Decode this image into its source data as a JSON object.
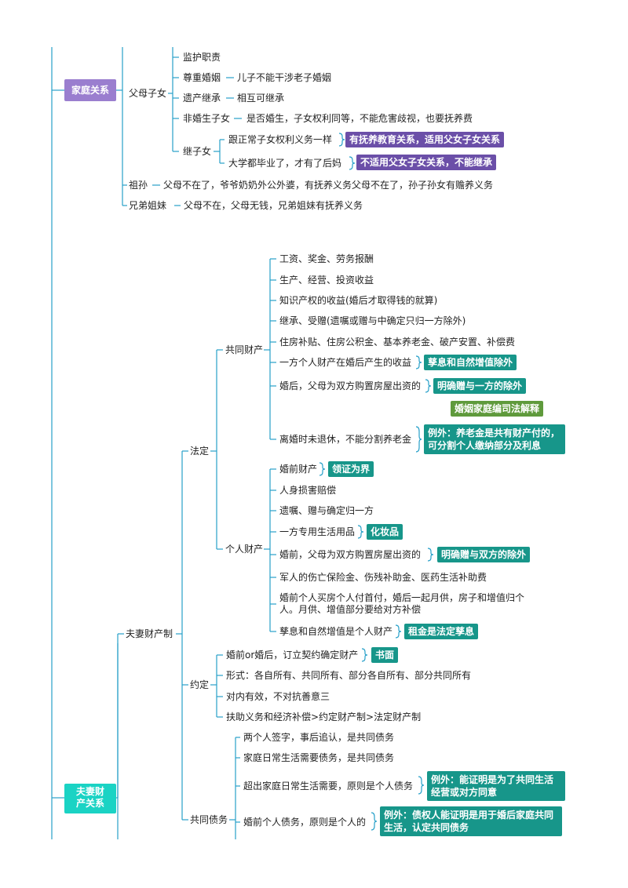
{
  "colors": {
    "line": "#27a0c9",
    "purple_tag": "#6b4fa8",
    "lavender_topic": "#9a7ecf",
    "teal_tag": "#17968a",
    "cyan_topic": "#1ad3c4",
    "olive_tag": "#5f9a3c"
  },
  "family": {
    "label": "家庭关系",
    "parent_child": {
      "label": "父母子女",
      "items": {
        "guardianship": "监护职责",
        "marriage": "尊重婚姻",
        "marriage_note": "儿子不能干涉老子婚姻",
        "inheritance": "遗产继承",
        "inheritance_note": "相互可继承",
        "illegitimate": "非婚生子女",
        "illegitimate_note": "是否婚生，子女权利同等，不能危害歧视，也要抚养费",
        "step": "继子女",
        "step_a": "跟正常子女权利义务一样",
        "step_a_tag": "有抚养教育关系，适用父女子女关系",
        "step_b": "大学都毕业了，才有了后妈",
        "step_b_tag": "不适用父女子女关系，不能继承"
      }
    },
    "grand": {
      "label": "祖孙",
      "note": "父母不在了，爷爷奶奶外公外婆，有抚养义务父母不在了，孙子孙女有赡养义务"
    },
    "sibling": {
      "label": "兄弟姐妹",
      "note": "父母不在，父母无钱，兄弟姐妹有抚养义务"
    }
  },
  "marital": {
    "label": "夫妻财产关系",
    "regime": {
      "label": "夫妻财产制",
      "legal": {
        "label": "法定",
        "common": {
          "label": "共同财产",
          "items": [
            "工资、奖金、劳务报酬",
            "生产、经营、投资收益",
            "知识产权的收益(婚后才取得钱的就算)",
            "继承、受赠(遗嘱或赠与中确定只归一方除外)",
            "住房补贴、住房公积金、基本养老金、破产安置、补偿费",
            "一方个人财产在婚后产生的收益",
            "婚后，父母为双方购置房屋出资的",
            "离婚时未退休，不能分割养老金"
          ],
          "tag5": "孳息和自然增值除外",
          "tag6": "明确赠与一方的除外",
          "tag7_header": "婚姻家庭编司法解释",
          "tag7": "例外：养老金是共有财产付的，可分割个人缴纳部分及利息"
        },
        "personal": {
          "label": "个人财产",
          "items": [
            "婚前财产",
            "人身损害赔偿",
            "遗嘱、赠与确定归一方",
            "一方专用生活用品",
            "婚前，父母为双方购置房屋出资的",
            "军人的伤亡保险金、伤残补助金、医药生活补助费",
            "婚前个人买房个人付首付，婚后一起月供，房子和增值归个人。月供、增值部分要给对方补偿",
            "孳息和自然增值是个人财产"
          ],
          "tag0": "领证为界",
          "tag3": "化妆品",
          "tag4": "明确赠与双方的除外",
          "tag7": "租金是法定孳息"
        }
      },
      "agreed": {
        "label": "约定",
        "items": [
          "婚前or婚后，订立契约确定财产",
          "形式：各自所有、共同所有、部分各自所有、部分共同所有",
          "对内有效，不对抗善意三",
          "扶助义务和经济补偿>约定财产制>法定财产制"
        ],
        "tag0": "书面"
      }
    },
    "debt": {
      "label": "共同债务",
      "items": [
        "两个人签字，事后追认，是共同债务",
        "家庭日常生活需要债务，是共同债务",
        "超出家庭日常生活需要，原则是个人债务",
        "婚前个人债务，原则是个人的"
      ],
      "tag2": "例外：能证明是为了共同生活经营或对方同意",
      "tag3": "例外：债权人能证明是用于婚后家庭共同生活，认定共同债务"
    }
  }
}
